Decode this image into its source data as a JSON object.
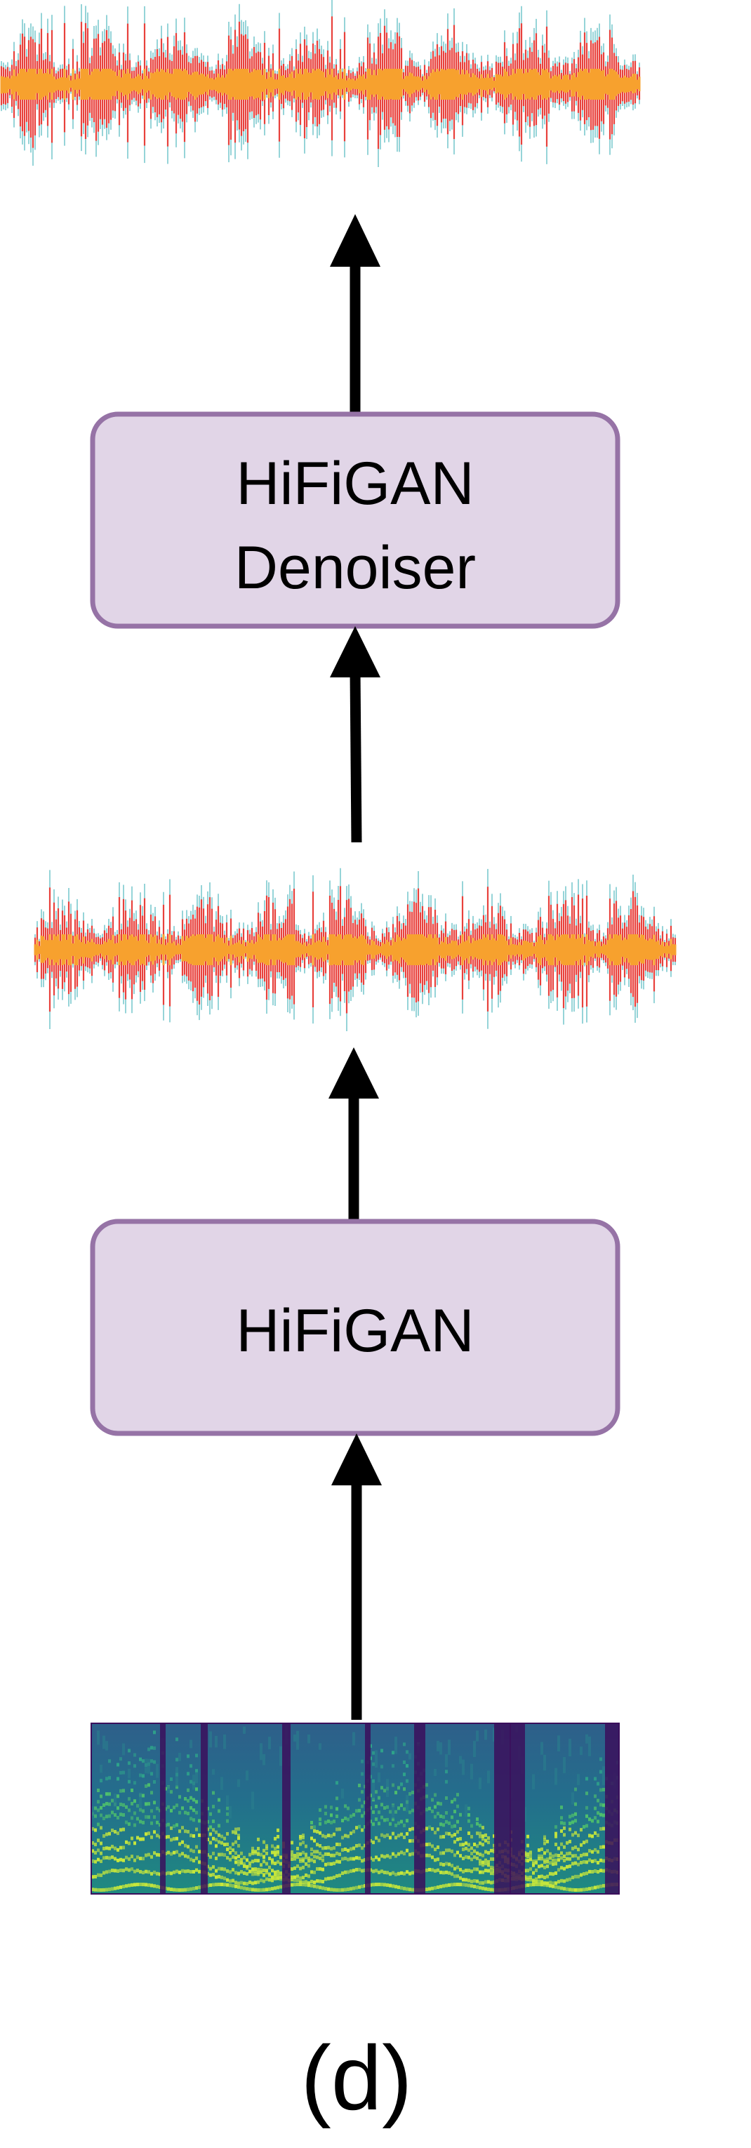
{
  "diagram": {
    "caption": "(d)",
    "boxes": {
      "denoiser": {
        "line1": "HiFiGAN",
        "line2": "Denoiser"
      },
      "vocoder": {
        "label": "HiFiGAN"
      }
    },
    "colors": {
      "box_fill": "#e1d5e7",
      "box_stroke": "#9673a6",
      "arrow": "#000000",
      "waveform_outer": "#4fb8c0",
      "waveform_mid": "#e8413c",
      "waveform_core": "#f7a12e",
      "spectrogram_dark": "#3b0f5c",
      "spectrogram_mid": "#2a7f8e",
      "spectrogram_light": "#c9e83a"
    }
  }
}
